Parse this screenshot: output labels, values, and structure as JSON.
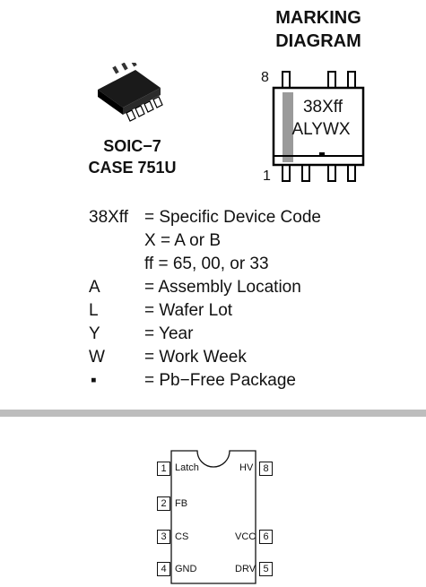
{
  "marking": {
    "title_line1": "MARKING",
    "title_line2": "DIAGRAM",
    "chip_line1": "38Xff",
    "chip_line2": "ALYWX",
    "pin_top_number": "8",
    "pin_bottom_number": "1"
  },
  "package": {
    "name": "SOIC−7",
    "case": "CASE 751U"
  },
  "legend": [
    {
      "code": "38Xff",
      "desc": "= Specific Device Code"
    },
    {
      "code": "",
      "desc": "X = A or B"
    },
    {
      "code": "",
      "desc": "ff = 65, 00, or 33"
    },
    {
      "code": "A",
      "desc": "= Assembly Location"
    },
    {
      "code": "L",
      "desc": "= Wafer Lot"
    },
    {
      "code": "Y",
      "desc": "= Year"
    },
    {
      "code": "W",
      "desc": "= Work Week"
    },
    {
      "code": "▪",
      "desc": "= Pb−Free Package"
    }
  ],
  "pinout": {
    "left": [
      {
        "number": "1",
        "name": "Latch"
      },
      {
        "number": "2",
        "name": "FB"
      },
      {
        "number": "3",
        "name": "CS"
      },
      {
        "number": "4",
        "name": "GND"
      }
    ],
    "right": [
      {
        "number": "8",
        "name": "HV"
      },
      {
        "number": "6",
        "name": "VCC"
      },
      {
        "number": "5",
        "name": "DRV"
      }
    ]
  }
}
